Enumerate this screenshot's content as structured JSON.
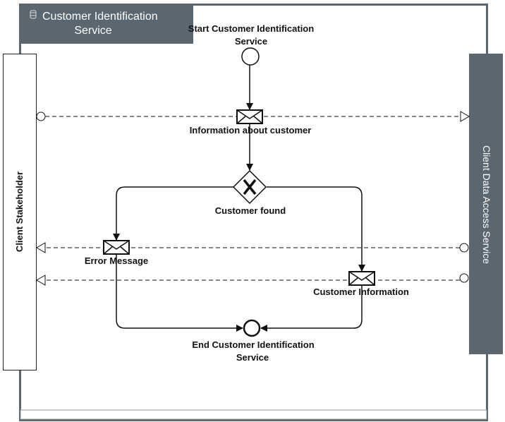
{
  "container": {
    "title_line1": "Customer Identification",
    "title_line2": "Service",
    "icon": "database-icon"
  },
  "pools": {
    "left": "Client Stakeholder",
    "right": "Client Data Access Service"
  },
  "events": {
    "start_line1": "Start Customer Identification",
    "start_line2": "Service",
    "end_line1": "End Customer Identification",
    "end_line2": "Service"
  },
  "messages": {
    "info": "Information about customer",
    "error": "Error Message",
    "customer_info": "Customer Information"
  },
  "gateway": {
    "label": "Customer found"
  },
  "colors": {
    "frame": "#5a6670",
    "line": "#111111"
  }
}
